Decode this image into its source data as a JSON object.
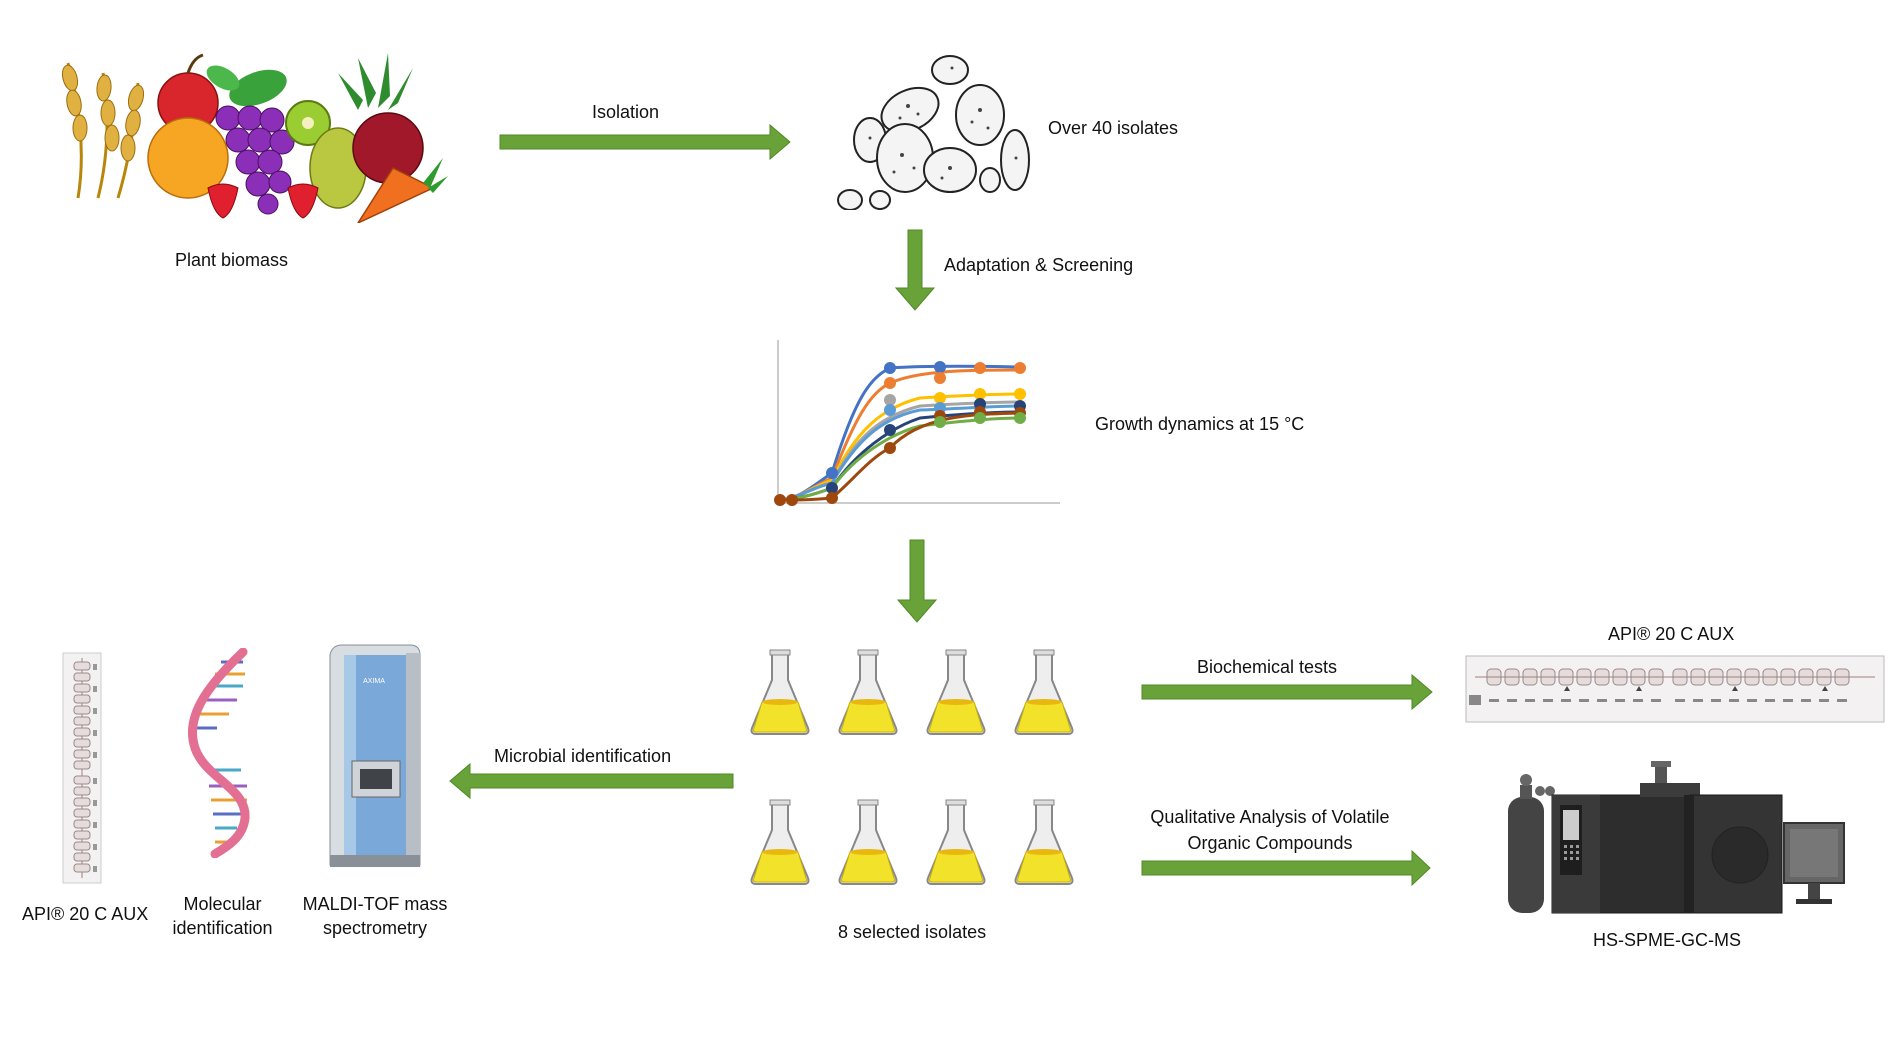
{
  "colors": {
    "arrow": "#6aa23a",
    "arrow_dark": "#4f8a25",
    "flask_liquid": "#f2e22a"
  },
  "nodes": {
    "plant_biomass": "Plant biomass",
    "isolates": "Over 40 isolates",
    "growth": "Growth dynamics at 15 °C",
    "selected": "8 selected isolates",
    "api_top": "API® 20 C AUX",
    "hs_spme": "HS-SPME-GC-MS",
    "api_left": "API® 20 C AUX",
    "molecular_line1": "Molecular",
    "molecular_line2": "identification",
    "maldi_line1": "MALDI-TOF mass",
    "maldi_line2": "spectrometry"
  },
  "edges": {
    "isolation": "Isolation",
    "adaptation": "Adaptation & Screening",
    "biochemical": "Biochemical tests",
    "voc_line1": "Qualitative Analysis of Volatile",
    "voc_line2": "Organic Compounds",
    "microbial": "Microbial identification"
  },
  "icons": {
    "fruits": "fruit-vegetable-basket-icon",
    "yeast": "yeast-cells-icon",
    "chart": "growth-curve-chart-icon",
    "flask": "erlenmeyer-flask-icon",
    "api_strip": "api-test-strip-icon",
    "dna": "dna-helix-icon",
    "maldi": "maldi-tof-instrument-icon",
    "gcms": "gc-ms-instrument-icon"
  },
  "instrument": {
    "maldi_brand": "AXIMA"
  }
}
